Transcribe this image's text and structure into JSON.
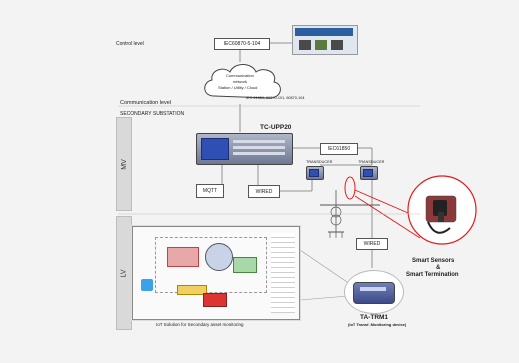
{
  "labels": {
    "control_level": "Control level",
    "iec104": "IEC60870-5-104",
    "cloud_line1": "Communication",
    "cloud_line2": "network",
    "cloud_line3": "Station / Utility / Cloud",
    "protocols": "IEC 61850, 60870-101, 60870-104",
    "communication_level": "Communication level",
    "secondary_substation": "SECONDARY SUBSTATION",
    "tc_upp20": "TC-UPP20",
    "iec61850": "IEC61850",
    "transducer_a": "TRANSDUCER",
    "transducer_b": "TRANSDUCER",
    "mqtt": "MQTT",
    "wired_a": "WIRED",
    "wired_b": "WIRED",
    "mv": "MV",
    "lv": "LV",
    "smart_sensors_1": "Smart Sensors",
    "smart_sensors_2": "&",
    "smart_sensors_3": "Smart Termination",
    "dashboard_caption": "IoT Solution for Secondary asset monitoring",
    "ta_trm1": "TA-TRM1",
    "ta_trm1_sub": "(IoT Transf. Monitoring device)"
  },
  "colors": {
    "accent_red": "#e31b1b",
    "device_blue": "#2f4fb5",
    "line_gray": "#888888"
  }
}
